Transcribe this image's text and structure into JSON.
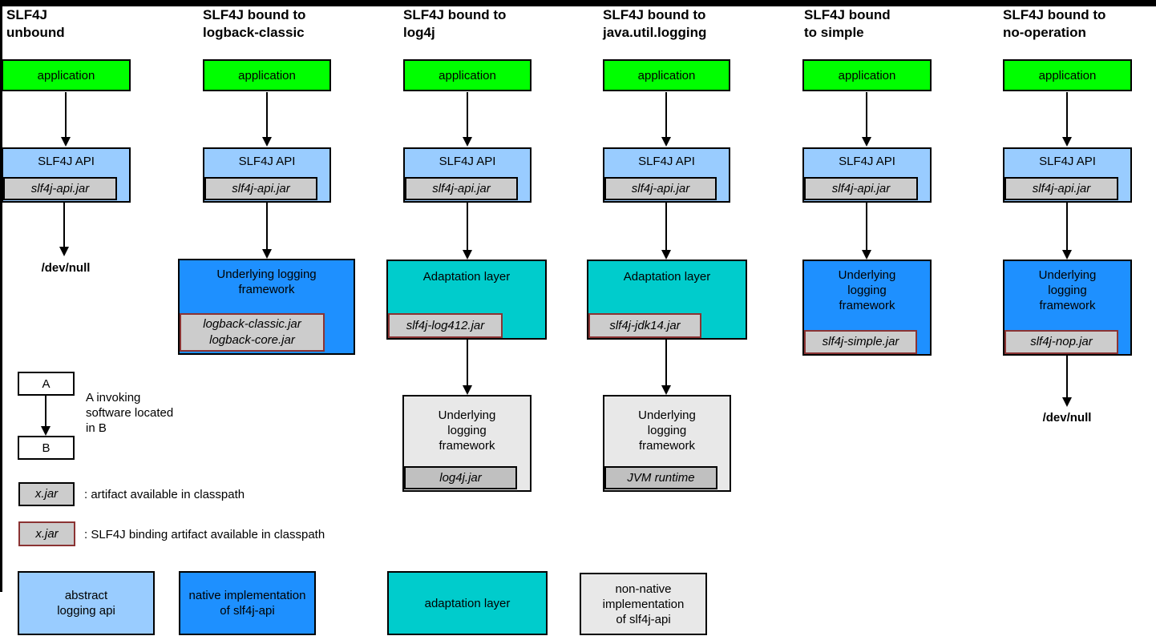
{
  "palette": {
    "application_green": "#00FF00",
    "abstract_api_blue": "#99CCFF",
    "native_impl_blue": "#1E90FF",
    "adaptation_teal": "#00CCCC",
    "non_native_gray": "#E8E8E8",
    "artifact_gray": "#CCCCCC",
    "artifact_dark_gray": "#C0C0C0",
    "binding_border_red": "#8B3333"
  },
  "columns": [
    {
      "title": "SLF4J\nunbound",
      "app_label": "application",
      "api_label": "SLF4J API",
      "api_jar": "slf4j-api.jar",
      "sink": "/dev/null"
    },
    {
      "title": "SLF4J bound to\nlogback-classic",
      "app_label": "application",
      "api_label": "SLF4J API",
      "api_jar": "slf4j-api.jar",
      "impl_label": "Underlying logging\nframework",
      "impl_jar": "logback-classic.jar\nlogback-core.jar"
    },
    {
      "title": "SLF4J bound to\nlog4j",
      "app_label": "application",
      "api_label": "SLF4J API",
      "api_jar": "slf4j-api.jar",
      "adapter_label": "Adaptation layer",
      "adapter_jar": "slf4j-log412.jar",
      "underlying_label": "Underlying\nlogging\nframework",
      "underlying_jar": "log4j.jar"
    },
    {
      "title": "SLF4J bound to\njava.util.logging",
      "app_label": "application",
      "api_label": "SLF4J API",
      "api_jar": "slf4j-api.jar",
      "adapter_label": "Adaptation layer",
      "adapter_jar": "slf4j-jdk14.jar",
      "underlying_label": "Underlying\nlogging\nframework",
      "underlying_jar": "JVM runtime"
    },
    {
      "title": "SLF4J bound\nto simple",
      "app_label": "application",
      "api_label": "SLF4J API",
      "api_jar": "slf4j-api.jar",
      "impl_label": "Underlying\nlogging\nframework",
      "impl_jar": "slf4j-simple.jar"
    },
    {
      "title": "SLF4J bound to\nno-operation",
      "app_label": "application",
      "api_label": "SLF4J API",
      "api_jar": "slf4j-api.jar",
      "impl_label": "Underlying\nlogging\nframework",
      "impl_jar": "slf4j-nop.jar",
      "sink": "/dev/null"
    }
  ],
  "legend": {
    "invoke_a": "A",
    "invoke_b": "B",
    "invoke_caption": "A invoking\nsoftware located\nin B",
    "artifact_box": "x.jar",
    "artifact_caption": ": artifact available in classpath",
    "binding_box": "x.jar",
    "binding_caption": ": SLF4J binding artifact available in classpath",
    "color_boxes": [
      {
        "label": "abstract\nlogging api"
      },
      {
        "label": "native implementation\nof slf4j-api"
      },
      {
        "label": "adaptation layer"
      },
      {
        "label": "non-native\nimplementation\nof slf4j-api"
      }
    ]
  }
}
